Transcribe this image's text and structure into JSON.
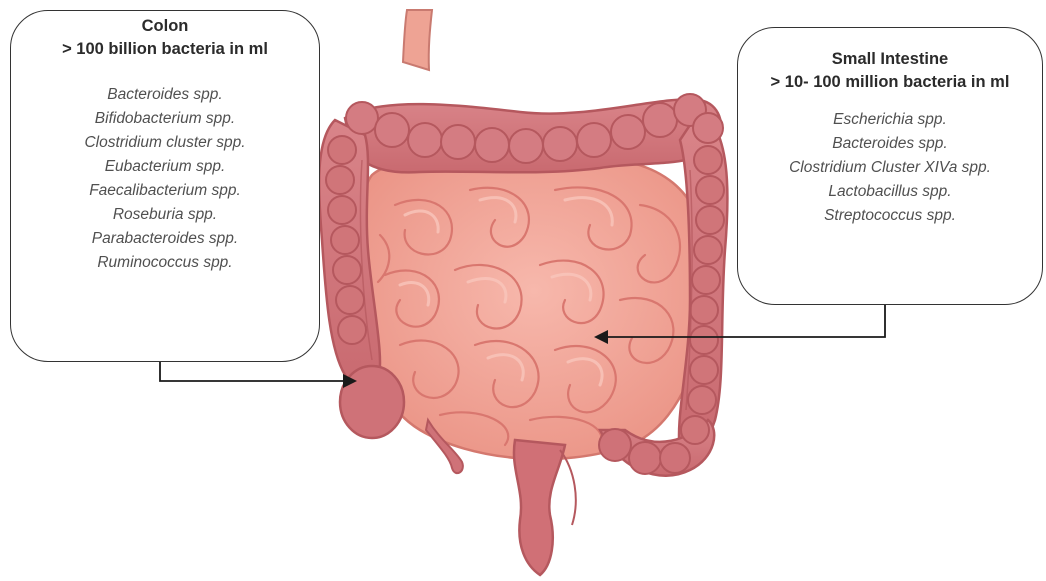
{
  "colon": {
    "title": "Colon",
    "subtitle": "> 100 billion bacteria in ml",
    "bacteria": [
      "Bacteroides spp.",
      "Bifidobacterium spp.",
      "Clostridium cluster spp.",
      "Eubacterium spp.",
      "Faecalibacterium spp.",
      "Roseburia spp.",
      "Parabacteroides spp.",
      "Ruminococcus spp."
    ]
  },
  "small_intestine": {
    "title": "Small Intestine",
    "subtitle": "> 10- 100 million bacteria in ml",
    "bacteria": [
      "Escherichia spp.",
      "Bacteroides spp.",
      "Clostridium Cluster XIVa spp.",
      "Lactobacillus spp.",
      "Streptococcus spp."
    ]
  },
  "colors": {
    "colon_fill": "#d4797d",
    "colon_shade": "#b5585e",
    "small_intestine_fill": "#f2a69a",
    "small_intestine_fold": "#d9776f",
    "box_border": "#333333",
    "arrow": "#1a1a1a"
  },
  "icons": {
    "organ": "intestines-illustration",
    "arrow": "arrow-pointer"
  }
}
